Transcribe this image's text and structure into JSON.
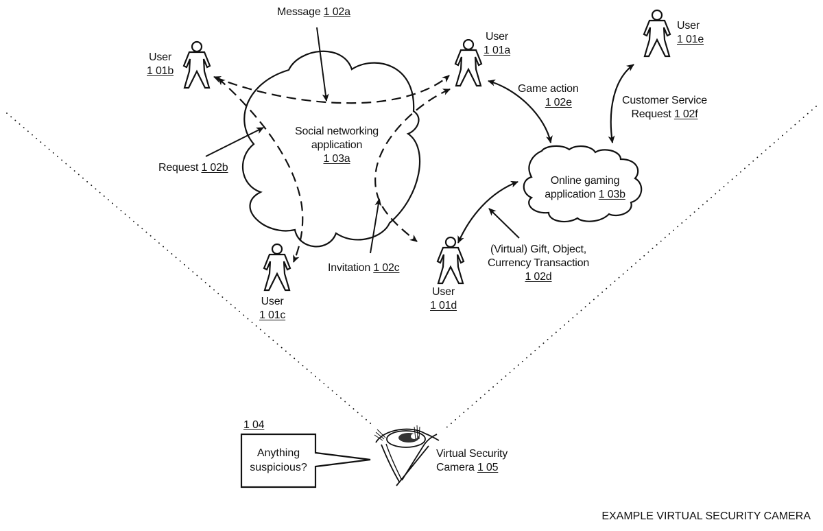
{
  "diagram": {
    "caption": "EXAMPLE VIRTUAL SECURITY CAMERA",
    "users": [
      {
        "id": "user-101a",
        "label": "User",
        "ref": "1 01a"
      },
      {
        "id": "user-101b",
        "label": "User",
        "ref": "1 01b"
      },
      {
        "id": "user-101c",
        "label": "User",
        "ref": "1 01c"
      },
      {
        "id": "user-101d",
        "label": "User",
        "ref": "1 01d"
      },
      {
        "id": "user-101e",
        "label": "User",
        "ref": "1 01e"
      }
    ],
    "applications": {
      "social": {
        "line1": "Social networking",
        "line2": "application",
        "ref": "1 03a"
      },
      "gaming": {
        "line1": "Online gaming",
        "line2": "application",
        "ref": "1 03b"
      }
    },
    "interactions": {
      "message": {
        "label": "Message",
        "ref": "1 02a"
      },
      "request": {
        "label": "Request",
        "ref": "1 02b"
      },
      "invitation": {
        "label": "Invitation",
        "ref": "1 02c"
      },
      "transaction": {
        "line1": "(Virtual) Gift, Object,",
        "line2": "Currency Transaction",
        "ref": "1 02d"
      },
      "game_action": {
        "label": "Game action",
        "ref": "1 02e"
      },
      "customer_service": {
        "line1": "Customer Service",
        "line2": "Request",
        "ref": "1 02f"
      }
    },
    "camera": {
      "line1": "Virtual Security",
      "line2": "Camera",
      "ref": "1 05"
    },
    "speech_bubble": {
      "ref": "1 04",
      "line1": "Anything",
      "line2": "suspicious?"
    }
  }
}
